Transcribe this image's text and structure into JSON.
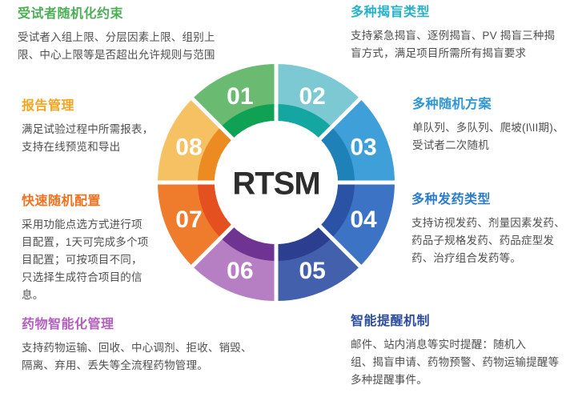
{
  "wheel": {
    "center_label": "RTSM",
    "center_text_color": "#2d2d2d",
    "segments": [
      {
        "number": "01",
        "outer_color": "#6bba72",
        "inner_color": "#10a254",
        "start": 315,
        "end": 360
      },
      {
        "number": "02",
        "outer_color": "#7dc9d3",
        "inner_color": "#14a6a0",
        "start": 0,
        "end": 45
      },
      {
        "number": "03",
        "outer_color": "#3f9fd8",
        "inner_color": "#1e82b8",
        "start": 45,
        "end": 90
      },
      {
        "number": "04",
        "outer_color": "#3d73c5",
        "inner_color": "#2a53a6",
        "start": 90,
        "end": 135
      },
      {
        "number": "05",
        "outer_color": "#4360ad",
        "inner_color": "#2c3e90",
        "start": 135,
        "end": 180
      },
      {
        "number": "06",
        "outer_color": "#b77fc3",
        "inner_color": "#6f3392",
        "start": 180,
        "end": 225
      },
      {
        "number": "07",
        "outer_color": "#ef7c2d",
        "inner_color": "#e4501f",
        "start": 225,
        "end": 270
      },
      {
        "number": "08",
        "outer_color": "#f6c162",
        "inner_color": "#ec8b21",
        "start": 270,
        "end": 315
      }
    ]
  },
  "blocks": {
    "top_left": {
      "title": "受试者随机化约束",
      "color": "#4cae56",
      "body": "受试者入组上限、分层因素上限、组别上\n限、中心上限等是否超出允许规则与范围"
    },
    "top_right": {
      "title": "多种揭盲类型",
      "color": "#25b1c6",
      "body": "支持紧急揭盲、逐例揭盲、PV 揭盲三种揭\n盲方式，满足项目所需所有揭盲要求"
    },
    "mid_left": {
      "title": "报告管理",
      "color": "#f5a41d",
      "body": "满足试验过程中所需报表，\n支持在线预览和导出"
    },
    "mid_right": {
      "title": "多种随机方案",
      "color": "#2f96d5",
      "body": "单队列、多队列、爬坡(I\\II期)、\n受试者二次随机"
    },
    "left": {
      "title": "快速随机配置",
      "color": "#f0711f",
      "body": "采用功能点选方式进行项\n目配置，1天可完成多个项\n目配置；可按项目不同，\n只选择生成符合项目的信息。"
    },
    "right": {
      "title": "多种发药类型",
      "color": "#2b7ccc",
      "body": "支持访视发药、剂量因素发药、\n药品子规格发药、药品症型发\n药、治疗组合发药等。"
    },
    "bottom_left": {
      "title": "药物智能化管理",
      "color": "#b35fbd",
      "body": "支持药物运输、回收、中心调剂、拒收、销毁、\n隔离、弃用、丢失等全流程药物管理。"
    },
    "bottom_right": {
      "title": "智能提醒机制",
      "color": "#2d4d9d",
      "body": "邮件、站内消息等实时提醒：随机入\n组、揭盲申请、药物预警、药物运输提醒等\n多种提醒事件。"
    }
  }
}
